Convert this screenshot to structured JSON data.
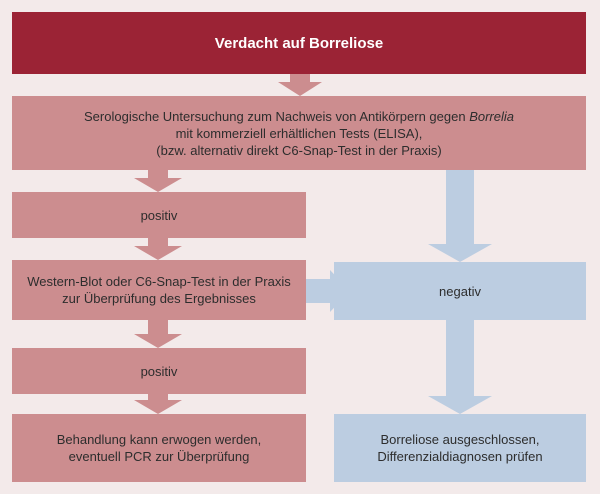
{
  "flowchart": {
    "top_box": "Verdacht auf Borreliose",
    "serology_box": {
      "line1_prefix": "Serologische Untersuchung zum Nachweis von Antikörpern gegen ",
      "line1_italic": "Borrelia",
      "line2": "mit kommerziell erhältlichen Tests (ELISA),",
      "line3": "(bzw. alternativ direkt C6-Snap-Test in der Praxis)"
    },
    "positive_box_1": "positiv",
    "western_blot_box": {
      "line1": "Western-Blot oder C6-Snap-Test in der Praxis",
      "line2": "zur Überprüfung des Ergebnisses"
    },
    "positive_box_2": "positiv",
    "treatment_box": {
      "line1": "Behandlung kann erwogen werden,",
      "line2": "eventuell PCR zur Überprüfung"
    },
    "negative_box": "negativ",
    "excluded_box": {
      "line1": "Borreliose ausgeschlossen,",
      "line2": "Differenzialdiagnosen prüfen"
    }
  },
  "colors": {
    "dark_red": "#9b2335",
    "light_red": "#cc8d8f",
    "light_blue": "#bccde1",
    "background": "#f3eaea"
  }
}
